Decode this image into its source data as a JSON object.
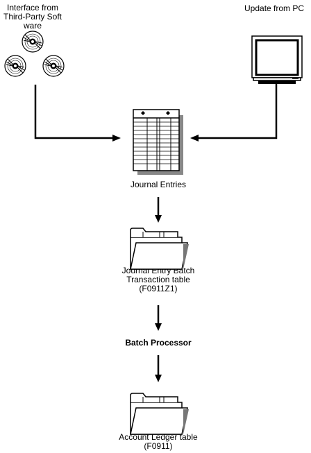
{
  "sources": {
    "third_party": {
      "line1": "Interface from",
      "line2": "Third-Party Soft",
      "line3": "ware"
    },
    "pc": {
      "label": "Update from PC"
    }
  },
  "journal_entries": {
    "label": "Journal Entries"
  },
  "batch_table": {
    "line1": "Journal Entry Batch",
    "line2": "Transaction table",
    "line3": "(F0911Z1)"
  },
  "batch_processor": {
    "label": "Batch Processor"
  },
  "ledger_table": {
    "line1": "Account Ledger table",
    "line2": "(F0911)"
  }
}
